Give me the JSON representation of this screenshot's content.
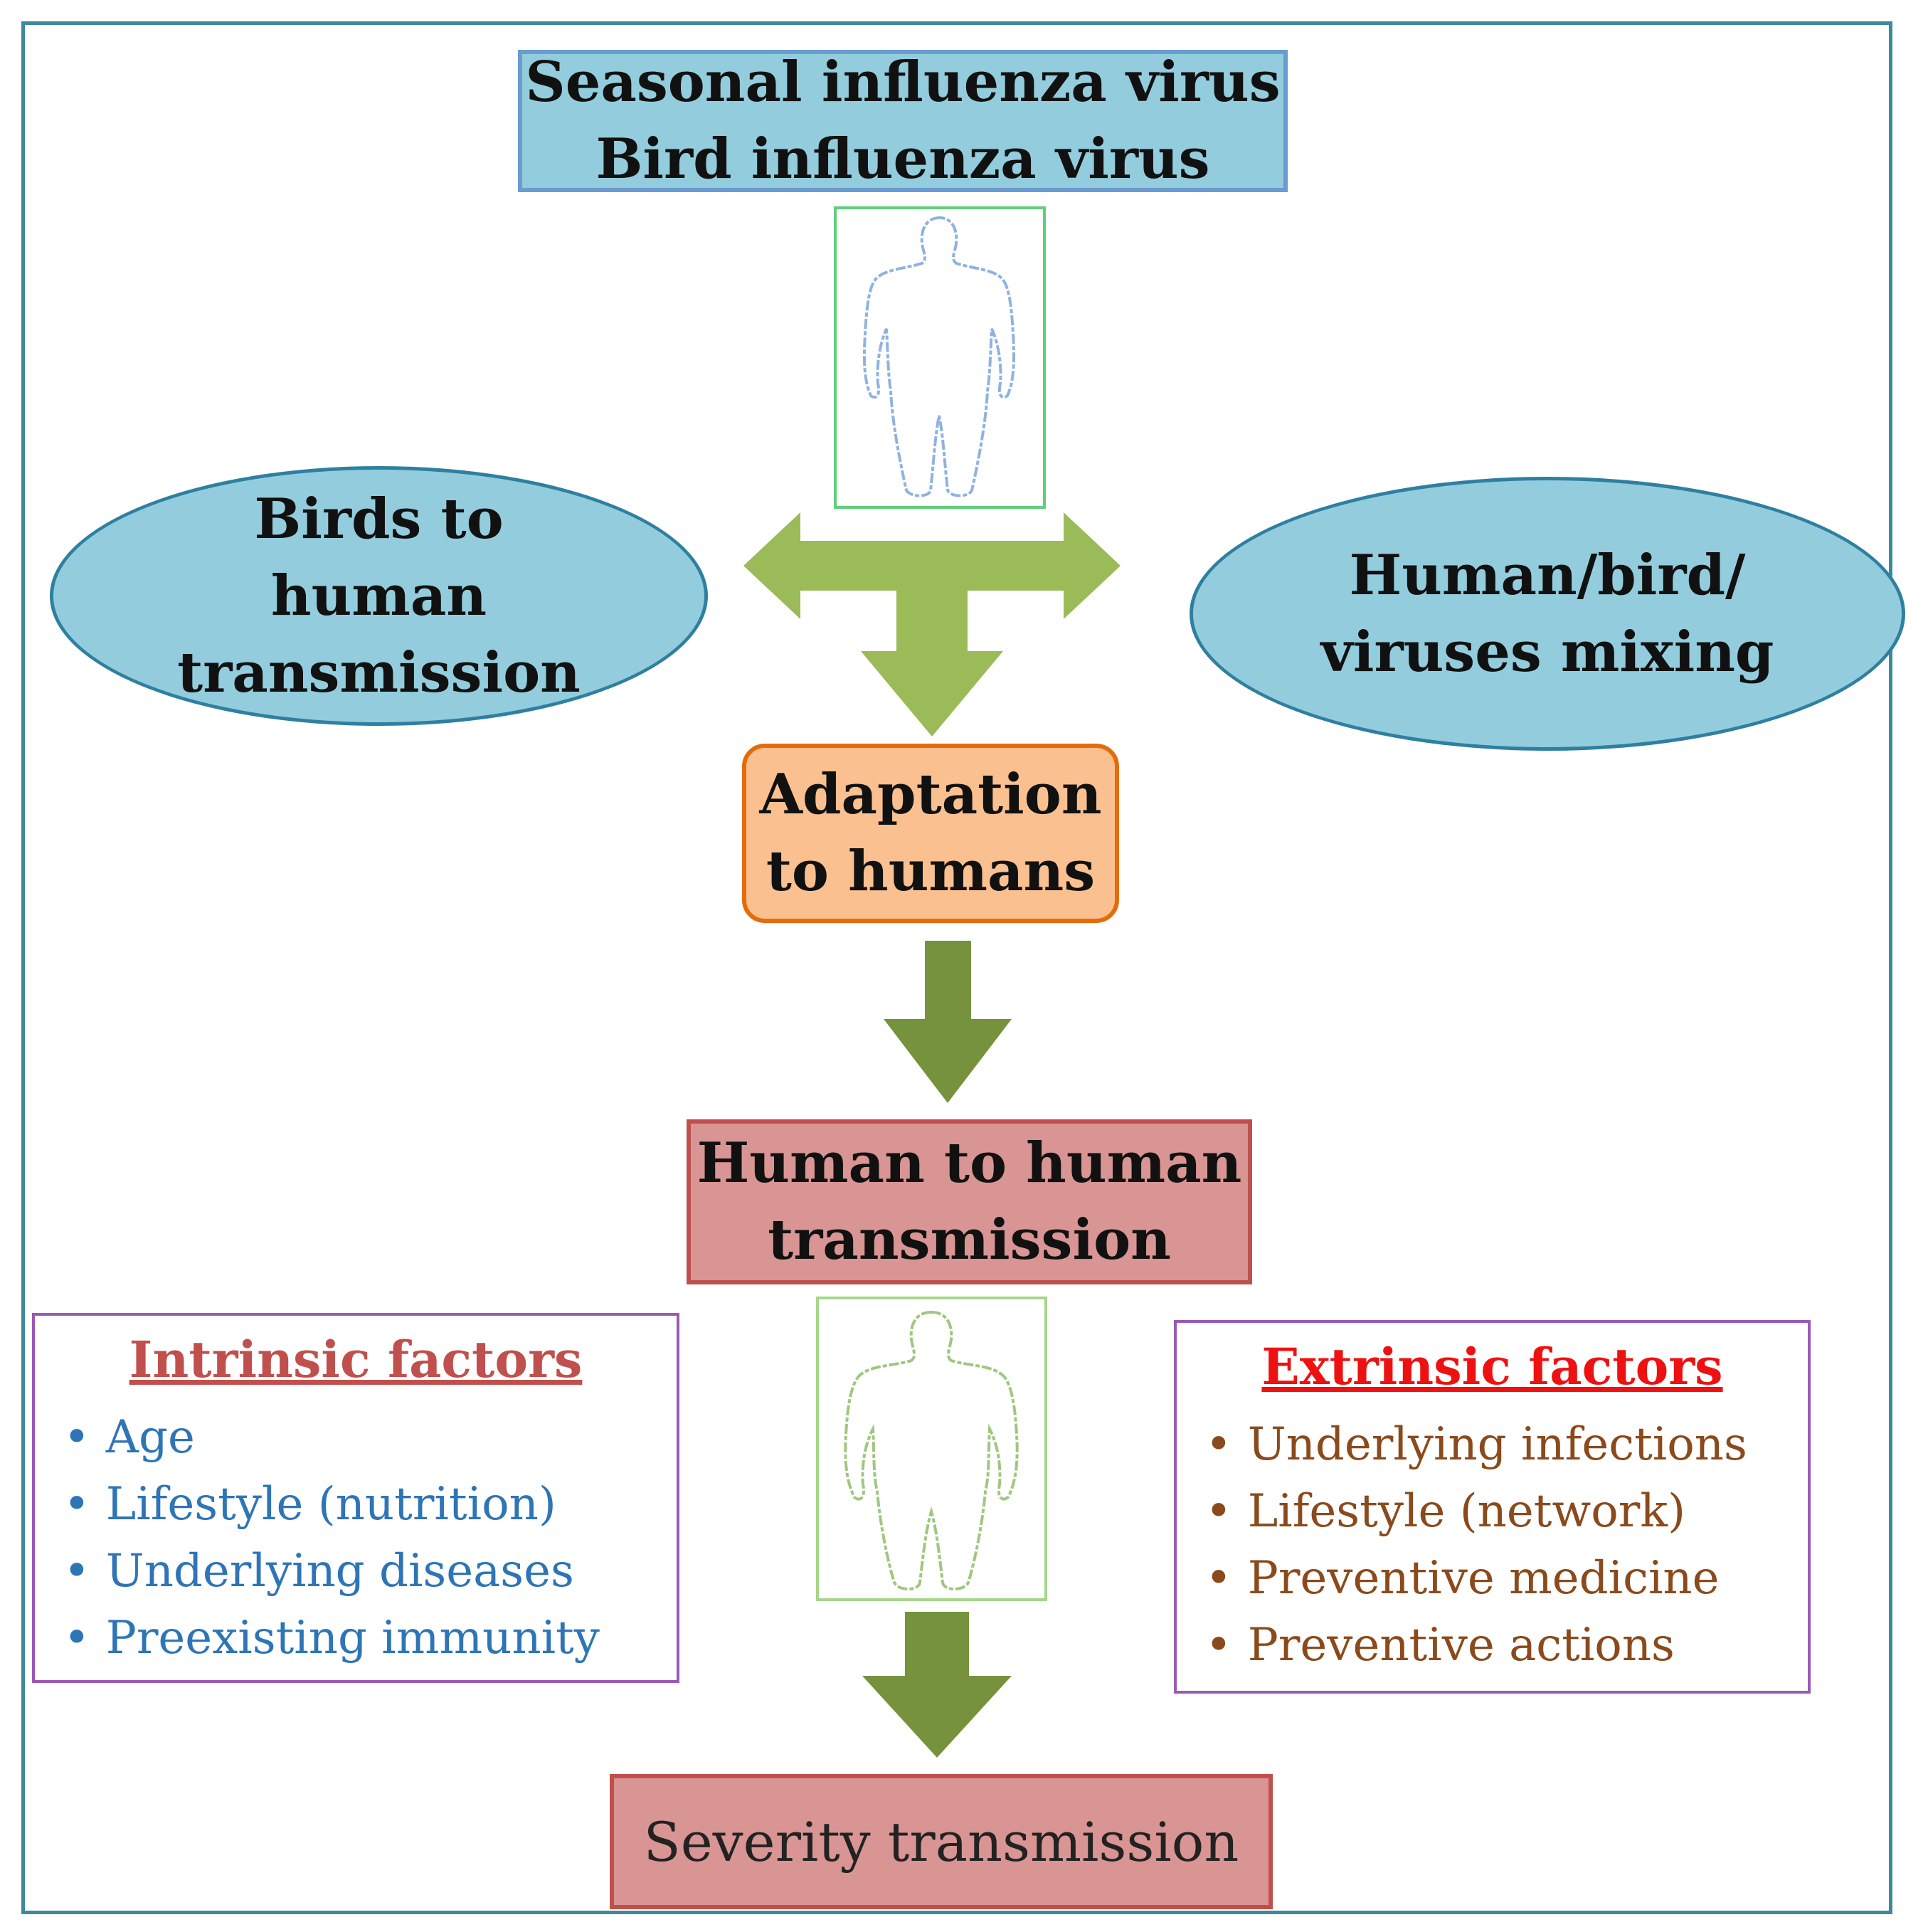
{
  "source": {
    "line1": "Seasonal influenza virus",
    "line2": "Bird influenza virus"
  },
  "left_node": {
    "line1": "Birds to",
    "line2": "human",
    "line3": "transmission"
  },
  "right_node": {
    "line1": "Human/bird/",
    "line2": "viruses mixing"
  },
  "adaptation": {
    "line1": "Adaptation",
    "line2": "to humans"
  },
  "human_to_human": {
    "line1": "Human to human",
    "line2": "transmission"
  },
  "intrinsic": {
    "title": "Intrinsic factors",
    "items": [
      "Age",
      "Lifestyle (nutrition)",
      "Underlying diseases",
      "Preexisting immunity"
    ]
  },
  "extrinsic": {
    "title": "Extrinsic factors",
    "items": [
      "Underlying infections",
      "Lifestyle (network)",
      "Preventive medicine",
      "Preventive actions"
    ]
  },
  "severity": {
    "label": "Severity transmission"
  },
  "colors": {
    "arrow_light": "#9bbb59",
    "arrow_dark": "#76923c",
    "figure_top": "#8fb3e0",
    "figure_bottom": "#9fc77f"
  }
}
